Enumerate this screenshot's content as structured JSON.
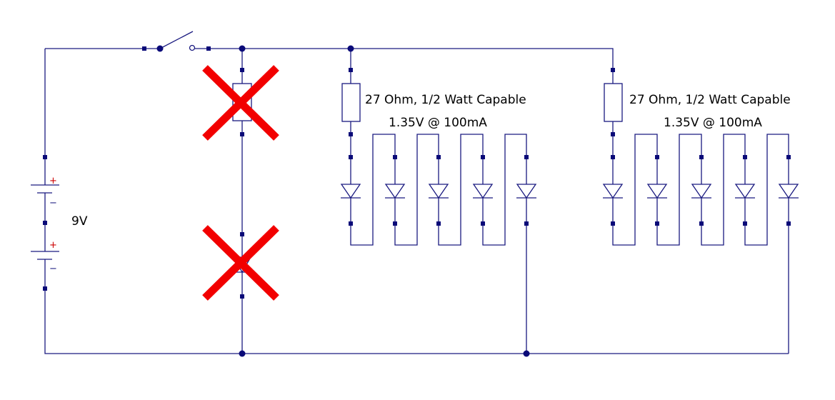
{
  "labels": {
    "battery_voltage": "9V",
    "resistor_left": "27 Ohm, 1/2 Watt Capable",
    "resistor_right": "27 Ohm, 1/2 Watt Capable",
    "led_rating_left": "1.35V @ 100mA",
    "led_rating_right": "1.35V @ 100mA",
    "plus_top": "+",
    "minus_top": "−",
    "plus_bottom": "+",
    "minus_bottom": "−"
  },
  "colors": {
    "wire": "#1a1a80",
    "cross_out": "#f20000",
    "plus_sign": "#cc0000"
  }
}
